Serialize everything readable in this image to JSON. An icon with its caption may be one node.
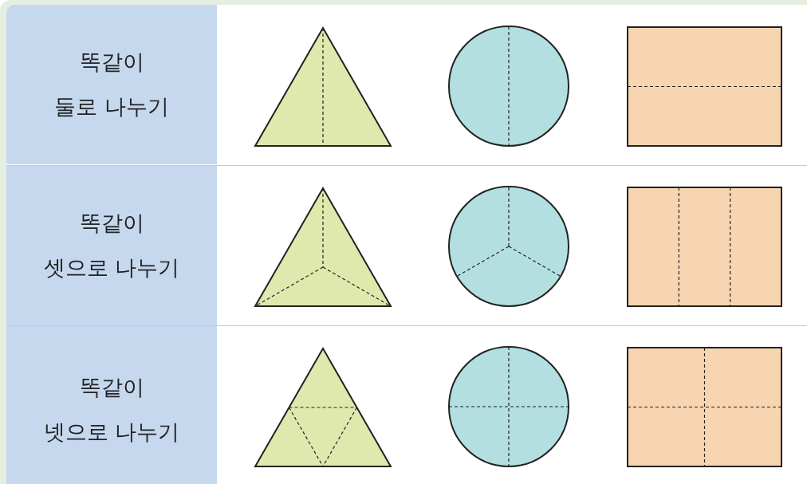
{
  "diagram": {
    "labels": [
      "똑같이 둘로 나누기",
      "똑같이 셋으로 나누기",
      "똑같이 넷으로 나누기"
    ]
  }
}
